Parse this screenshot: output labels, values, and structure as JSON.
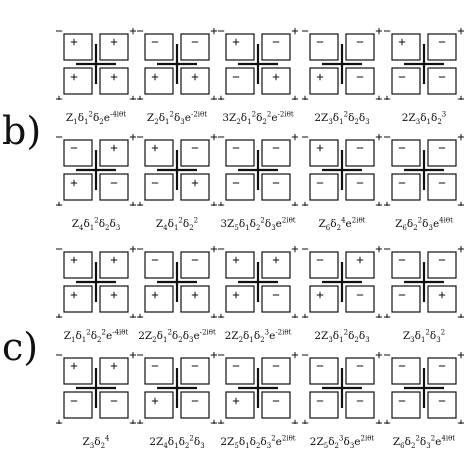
{
  "section_b_label": "b)",
  "section_c_label": "c)",
  "rows": [
    {
      "id": "b1",
      "cells": [
        {
          "corners": [
            "-",
            "+",
            "+",
            "+"
          ],
          "inner": [
            "+",
            "+",
            "+",
            "+"
          ],
          "caption": "Z<sub>1</sub>δ<sub>1</sub><sup>2</sup>δ<sub>2</sub>e<sup>-4iθt</sup>"
        },
        {
          "corners": [
            "-",
            "+",
            "+",
            "+"
          ],
          "inner": [
            "-",
            "-",
            "+",
            "+"
          ],
          "caption": "Z<sub>2</sub>δ<sub>1</sub><sup>2</sup>δ<sub>3</sub>e<sup>-2iθt</sup>"
        },
        {
          "corners": [
            "-",
            "+",
            "+",
            "+"
          ],
          "inner": [
            "+",
            "-",
            "-",
            "+"
          ],
          "caption": "3Z<sub>2</sub>δ<sub>1</sub><sup>2</sup>δ<sub>2</sub><sup>2</sup>e<sup>-2iθt</sup>"
        },
        {
          "corners": [
            "-",
            "+",
            "+",
            "+"
          ],
          "inner": [
            "-",
            "-",
            "+",
            "-"
          ],
          "caption": "2Z<sub>3</sub>δ<sub>1</sub><sup>2</sup>δ<sub>2</sub>δ<sub>3</sub>"
        },
        {
          "corners": [
            "-",
            "+",
            "+",
            "+"
          ],
          "inner": [
            "+",
            "-",
            "-",
            "-"
          ],
          "caption": "2Z<sub>3</sub>δ<sub>1</sub>δ<sub>2</sub><sup>3</sup>"
        }
      ]
    },
    {
      "id": "b2",
      "cells": [
        {
          "corners": [
            "-",
            "+",
            "+",
            "+"
          ],
          "inner": [
            "-",
            "+",
            "+",
            "-"
          ],
          "caption": "Z<sub>4</sub>δ<sub>1</sub><sup>2</sup>δ<sub>2</sub>δ<sub>3</sub>"
        },
        {
          "corners": [
            "-",
            "+",
            "+",
            "+"
          ],
          "inner": [
            "+",
            "-",
            "-",
            "+"
          ],
          "caption": "Z<sub>4</sub>δ<sub>1</sub><sup>2</sup>δ<sub>2</sub><sup>2</sup>"
        },
        {
          "corners": [
            "-",
            "+",
            "+",
            "+"
          ],
          "inner": [
            "-",
            "-",
            "-",
            "-"
          ],
          "caption": "3Z<sub>5</sub>δ<sub>1</sub>δ<sub>2</sub><sup>2</sup>δ<sub>3</sub>e<sup>2iθt</sup>"
        },
        {
          "corners": [
            "-",
            "+",
            "+",
            "+"
          ],
          "inner": [
            "+",
            "-",
            "-",
            "-"
          ],
          "caption": "Z<sub>6</sub>δ<sub>2</sub><sup>4</sup>e<sup>2iθt</sup>"
        },
        {
          "corners": [
            "-",
            "+",
            "+",
            "+"
          ],
          "inner": [
            "-",
            "-",
            "-",
            "-"
          ],
          "caption": "Z<sub>6</sub>δ<sub>2</sub><sup>2</sup>δ<sub>3</sub>e<sup>4iθt</sup>"
        }
      ]
    },
    {
      "id": "c1",
      "cells": [
        {
          "corners": [
            "-",
            "+",
            "+",
            "+"
          ],
          "inner": [
            "+",
            "+",
            "+",
            "+"
          ],
          "caption": "Z<sub>1</sub>δ<sub>1</sub><sup>2</sup>δ<sub>2</sub><sup>2</sup>e<sup>-4iθt</sup>"
        },
        {
          "corners": [
            "-",
            "+",
            "+",
            "+"
          ],
          "inner": [
            "-",
            "-",
            "+",
            "+"
          ],
          "caption": "2Z<sub>2</sub>δ<sub>1</sub><sup>2</sup>δ<sub>2</sub>δ<sub>3</sub>e<sup>-2iθt</sup>"
        },
        {
          "corners": [
            "-",
            "+",
            "+",
            "+"
          ],
          "inner": [
            "+",
            "+",
            "+",
            "-"
          ],
          "caption": "2Z<sub>2</sub>δ<sub>1</sub>δ<sub>2</sub><sup>3</sup>e<sup>-2iθt</sup>"
        },
        {
          "corners": [
            "-",
            "+",
            "+",
            "+"
          ],
          "inner": [
            "-",
            "+",
            "+",
            "-"
          ],
          "caption": "2Z<sub>3</sub>δ<sub>1</sub><sup>2</sup>δ<sub>2</sub>δ<sub>3</sub>"
        },
        {
          "corners": [
            "-",
            "+",
            "+",
            "+"
          ],
          "inner": [
            "-",
            "-",
            "-",
            "+"
          ],
          "caption": "Z<sub>3</sub>δ<sub>1</sub><sup>2</sup>δ<sub>3</sub><sup>2</sup>"
        }
      ]
    },
    {
      "id": "c2",
      "cells": [
        {
          "corners": [
            "-",
            "+",
            "+",
            "+"
          ],
          "inner": [
            "+",
            "+",
            "-",
            "-"
          ],
          "caption": "Z<sub>3</sub>δ<sub>2</sub><sup>4</sup>"
        },
        {
          "corners": [
            "-",
            "+",
            "+",
            "+"
          ],
          "inner": [
            "-",
            "-",
            "+",
            "-"
          ],
          "caption": "2Z<sub>4</sub>δ<sub>1</sub>δ<sub>2</sub><sup>2</sup>δ<sub>3</sub>"
        },
        {
          "corners": [
            "-",
            "+",
            "+",
            "+"
          ],
          "inner": [
            "-",
            "-",
            "+",
            "-"
          ],
          "caption": "2Z<sub>5</sub>δ<sub>1</sub>δ<sub>2</sub>δ<sub>3</sub><sup>2</sup>e<sup>2iθt</sup>"
        },
        {
          "corners": [
            "-",
            "+",
            "+",
            "+"
          ],
          "inner": [
            "-",
            "-",
            "-",
            "-"
          ],
          "caption": "2Z<sub>5</sub>δ<sub>2</sub><sup>3</sup>δ<sub>3</sub>e<sup>2iθt</sup>"
        },
        {
          "corners": [
            "-",
            "+",
            "+",
            "+"
          ],
          "inner": [
            "-",
            "-",
            "-",
            "-"
          ],
          "caption": "Z<sub>6</sub>δ<sub>2</sub><sup>2</sup>δ<sub>3</sub><sup>2</sup>e<sup>4iθt</sup>"
        }
      ]
    }
  ]
}
